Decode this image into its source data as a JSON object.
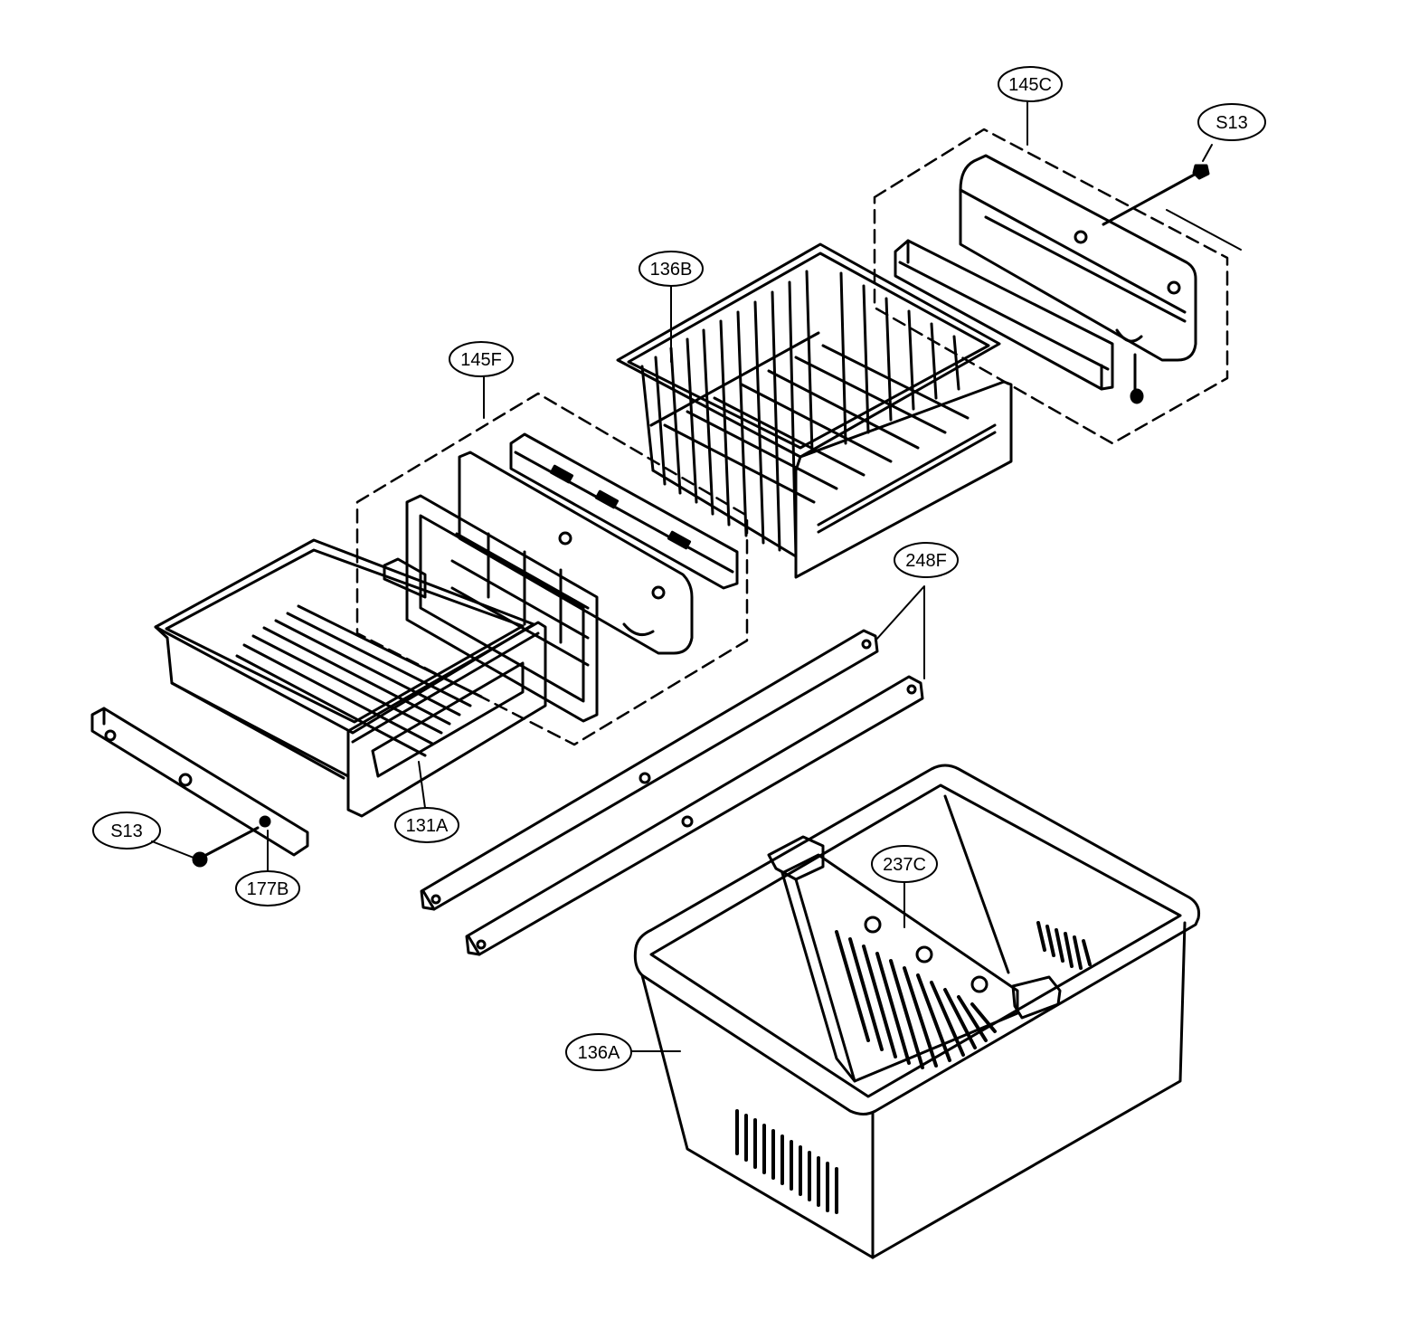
{
  "diagram": {
    "ink": "#000000",
    "paper": "#ffffff",
    "callouts": [
      {
        "id": "c-145c",
        "label": "145C"
      },
      {
        "id": "c-s13-top",
        "label": "S13"
      },
      {
        "id": "c-136b",
        "label": "136B"
      },
      {
        "id": "c-145f",
        "label": "145F"
      },
      {
        "id": "c-248f",
        "label": "248F"
      },
      {
        "id": "c-237c",
        "label": "237C"
      },
      {
        "id": "c-131a",
        "label": "131A"
      },
      {
        "id": "c-s13-bottom",
        "label": "S13"
      },
      {
        "id": "c-177b",
        "label": "177B"
      },
      {
        "id": "c-136a",
        "label": "136A"
      }
    ]
  }
}
